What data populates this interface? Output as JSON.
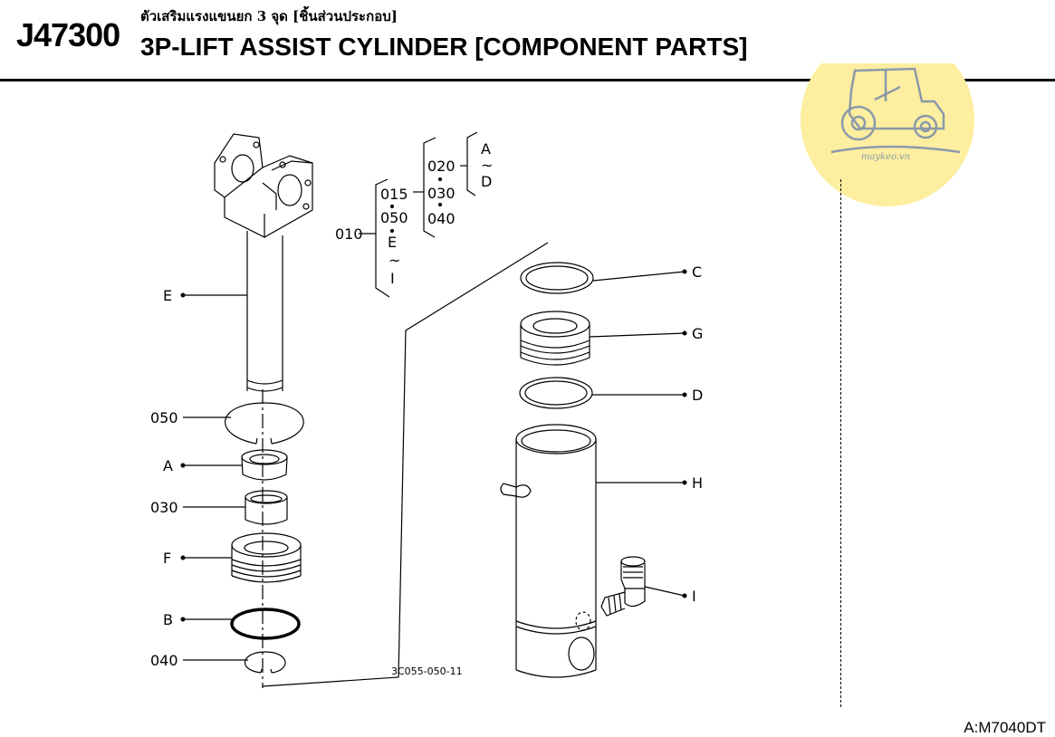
{
  "header": {
    "code": "J47300",
    "title_thai": "ตัวเสริมแรงแขนยก 3 จุด [ชิ้นส่วนประกอบ]",
    "title_en": "3P-LIFT ASSIST CYLINDER [COMPONENT PARTS]"
  },
  "watermark": {
    "text": "maykeo.vn",
    "color": "#fdeea0"
  },
  "tree": {
    "root": "010",
    "level1": [
      "015",
      "050",
      "E",
      "~",
      "I"
    ],
    "level2": [
      "020",
      "030",
      "040"
    ],
    "level3": [
      "A",
      "~",
      "D"
    ]
  },
  "callouts_left": [
    "E",
    "050",
    "A",
    "030",
    "F",
    "B",
    "040"
  ],
  "callouts_right": [
    "C",
    "G",
    "D",
    "H",
    "I"
  ],
  "drawing_number": "3C055-050-11",
  "footer": {
    "model": "A:M7040DT"
  }
}
